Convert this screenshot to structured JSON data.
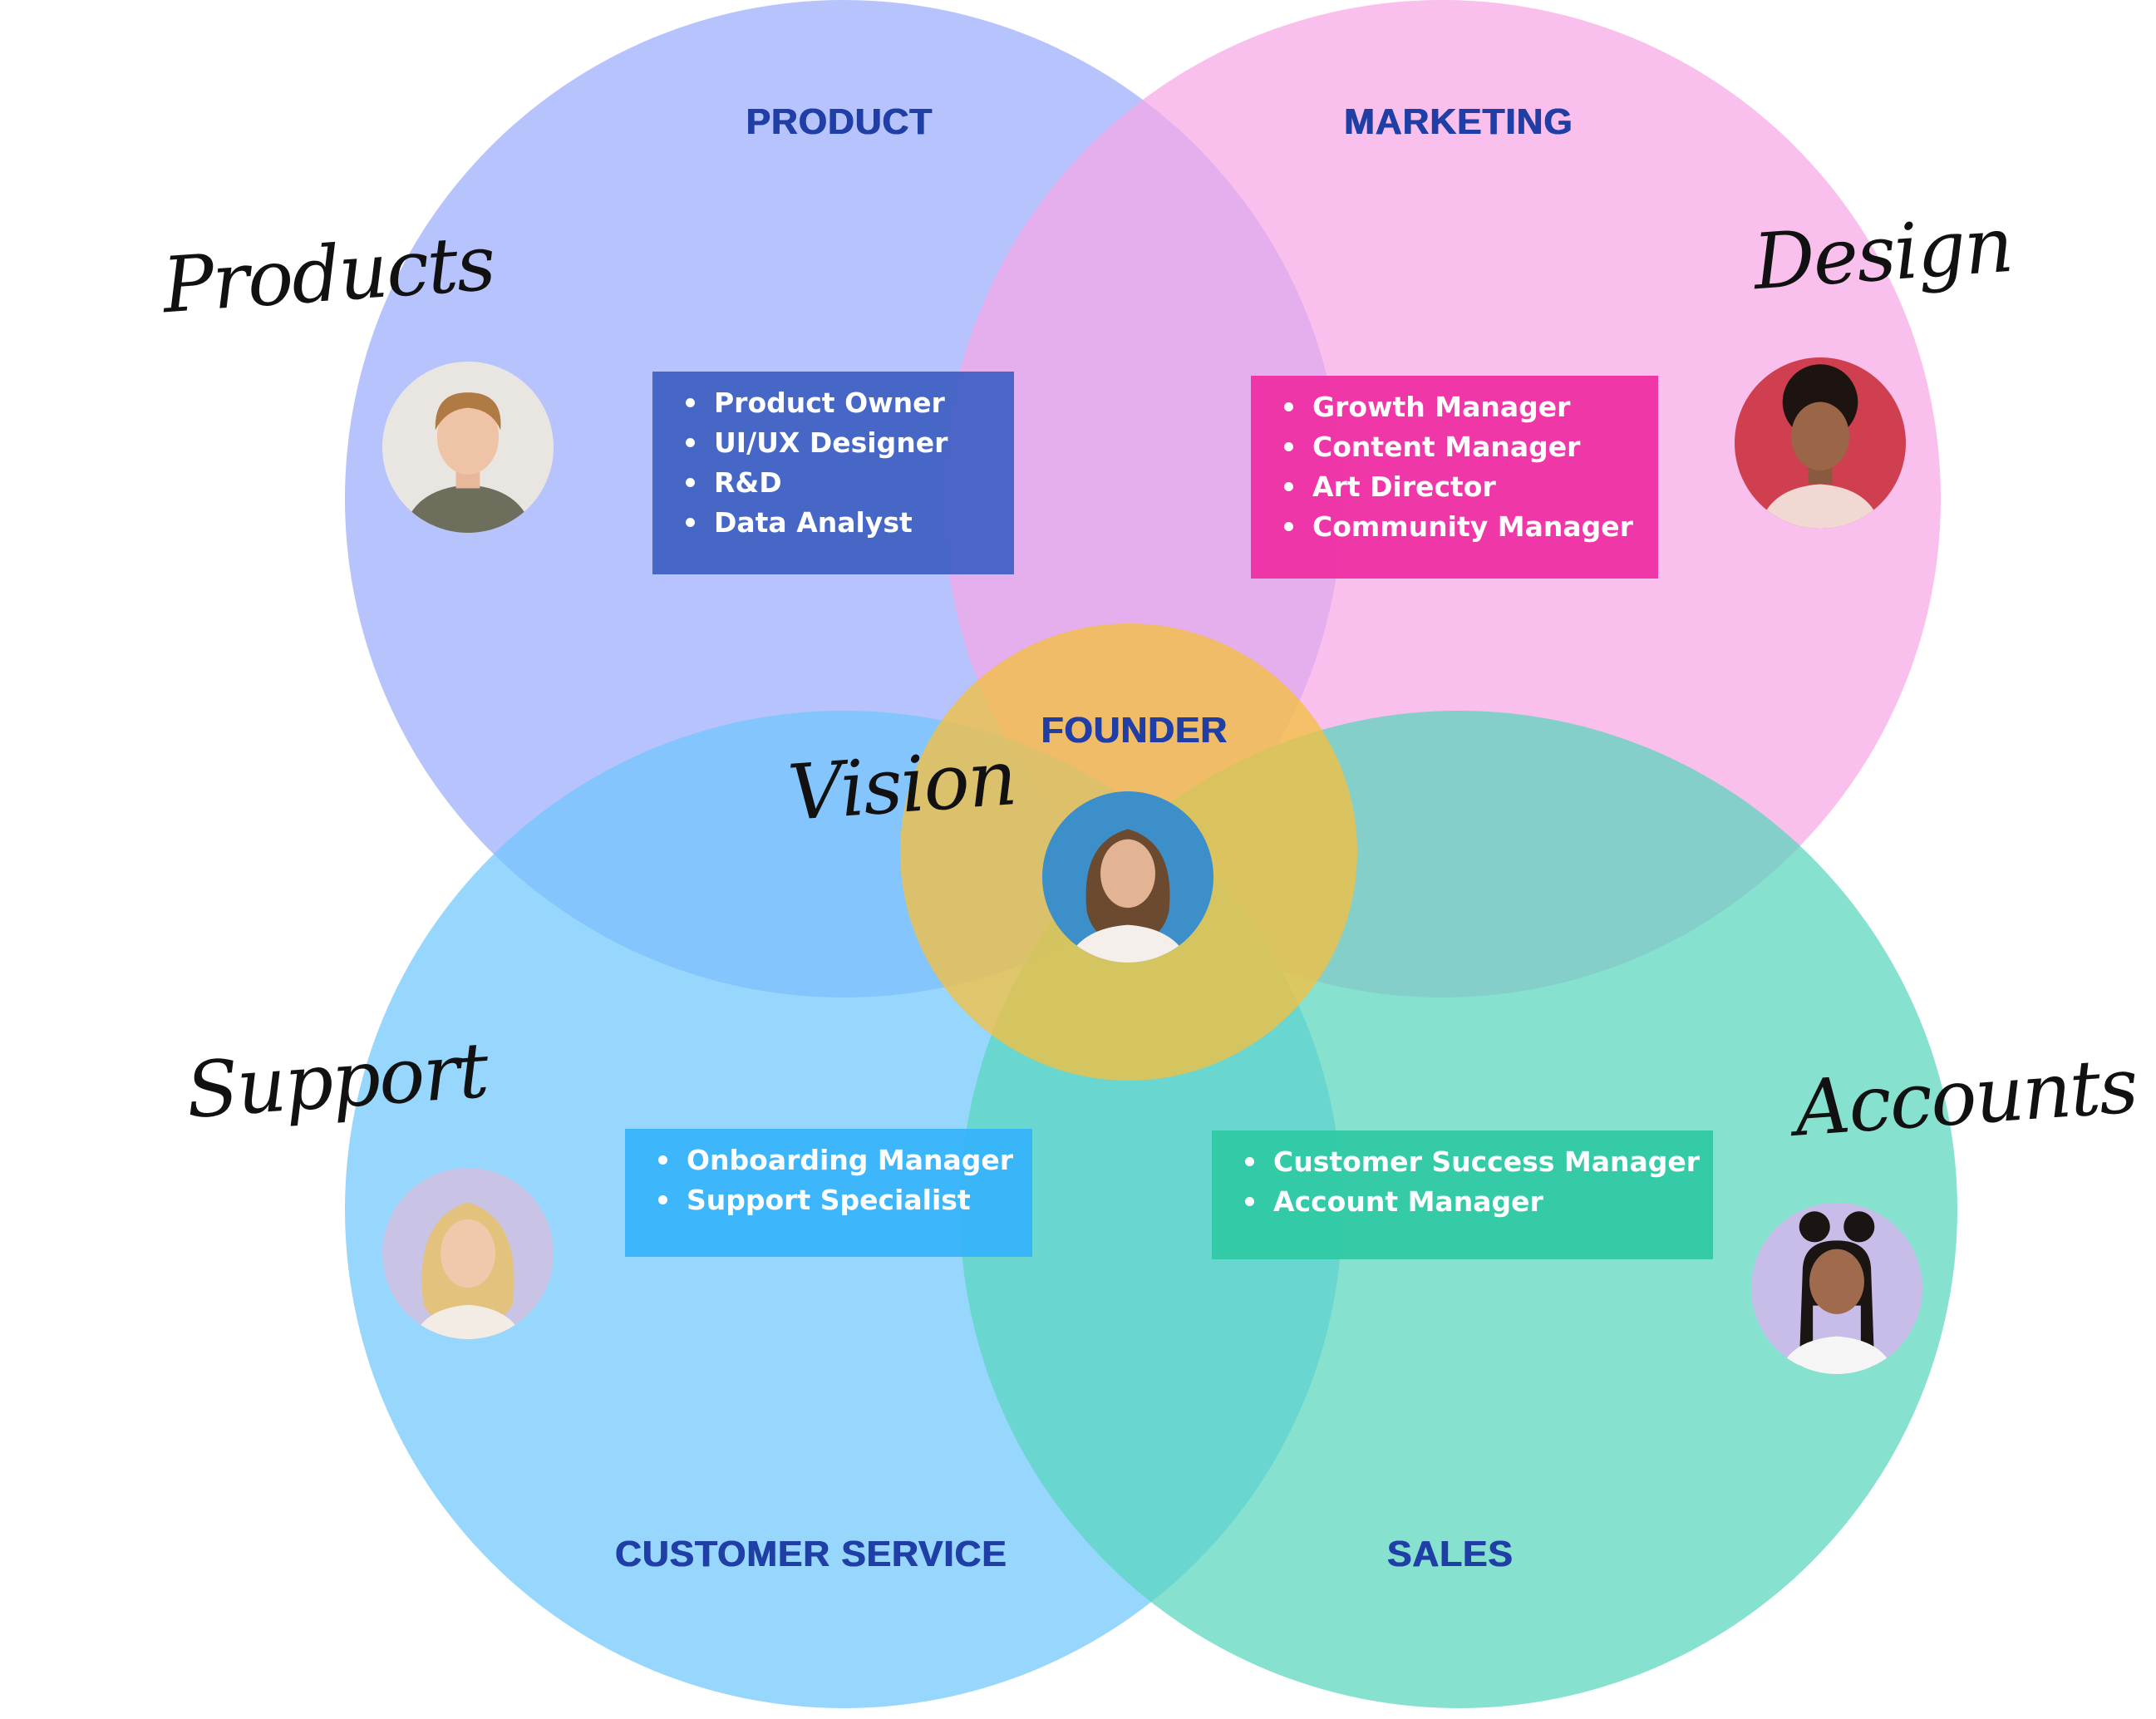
{
  "colors": {
    "product_circle": "#a9b8fb",
    "marketing_circle": "#f7a6e6",
    "customer_service_circle": "#6fc6fc",
    "sales_circle": "#58d6bd",
    "founder_circle": "#f3c041",
    "label_text": "#1f3fa6",
    "product_box": "#3e5fc2",
    "marketing_box": "#ef2fa4",
    "customer_service_box": "#34b2fb",
    "sales_box": "#2ec9a2"
  },
  "circles": {
    "product": {
      "label": "PRODUCT",
      "script": "Products",
      "roles": [
        "Product Owner",
        "UI/UX Designer",
        "R&D",
        "Data Analyst"
      ],
      "avatar_icon": "person-avatar-icon"
    },
    "marketing": {
      "label": "MARKETING",
      "script": "Design",
      "roles": [
        "Growth Manager",
        "Content Manager",
        "Art Director",
        "Community Manager"
      ],
      "avatar_icon": "person-avatar-icon"
    },
    "customer_service": {
      "label": "CUSTOMER SERVICE",
      "script": "Support",
      "roles": [
        "Onboarding Manager",
        "Support Specialist"
      ],
      "avatar_icon": "person-avatar-icon"
    },
    "sales": {
      "label": "SALES",
      "script": "Accounts",
      "roles": [
        "Customer Success Manager",
        "Account Manager"
      ],
      "avatar_icon": "person-avatar-icon"
    },
    "founder": {
      "label": "FOUNDER",
      "script": "Vision",
      "avatar_icon": "person-avatar-icon"
    }
  }
}
